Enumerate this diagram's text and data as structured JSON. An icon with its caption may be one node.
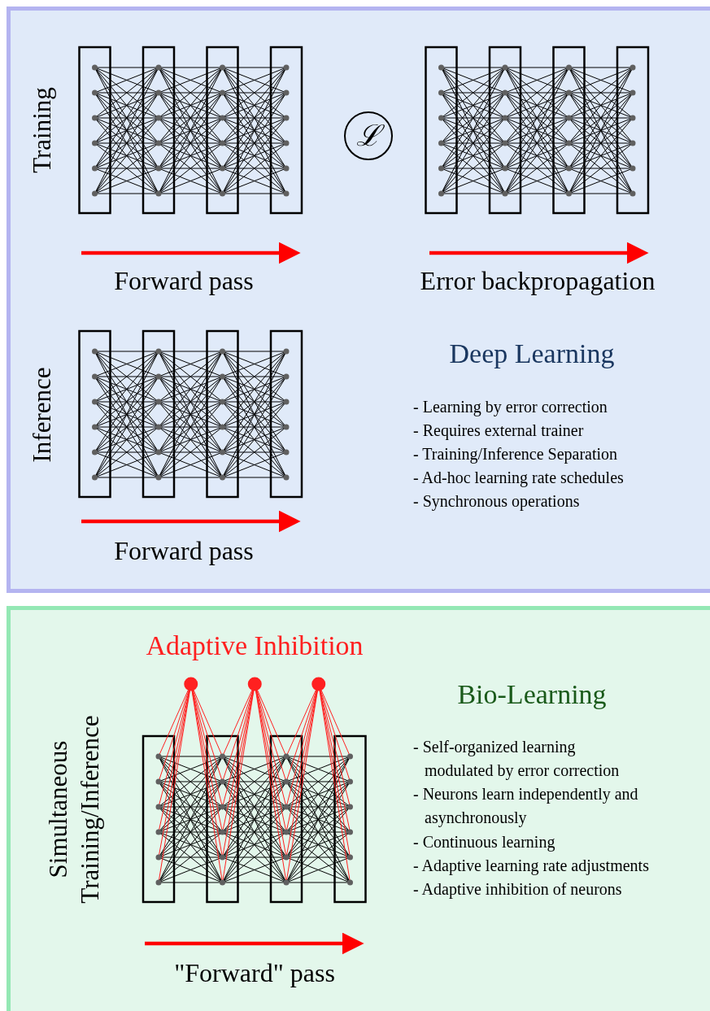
{
  "diagram": {
    "nodes": [
      {
        "text": [],
        "shape": "box"
      },
      {
        "text": [
          "ℒ"
        ],
        "in": 0
      },
      {
        "text": [],
        "shape": "box"
      }
    ],
    "labels": [
      "Training",
      "Forward pass",
      "Error backpropagation",
      "Inference",
      "Deep Learning",
      "- Learning by error correction",
      "- Requires external trainer",
      "- Training/Inference Separation",
      "- Ad-hoc learning rate schedules",
      "- Synchronous operations",
      "Forward pass",
      "Adaptive Inhibition",
      "Bio-Learning",
      "Simultaneous Training/Inference",
      "- Self-organized learning modulated by error correction",
      "- Neurons learn independently and asynchronously",
      "- Continuous learning",
      "- Adaptive learning rate adjustments",
      "- Adaptive inhibition of neurons",
      "\"Forward\" pass"
    ]
  }
}
